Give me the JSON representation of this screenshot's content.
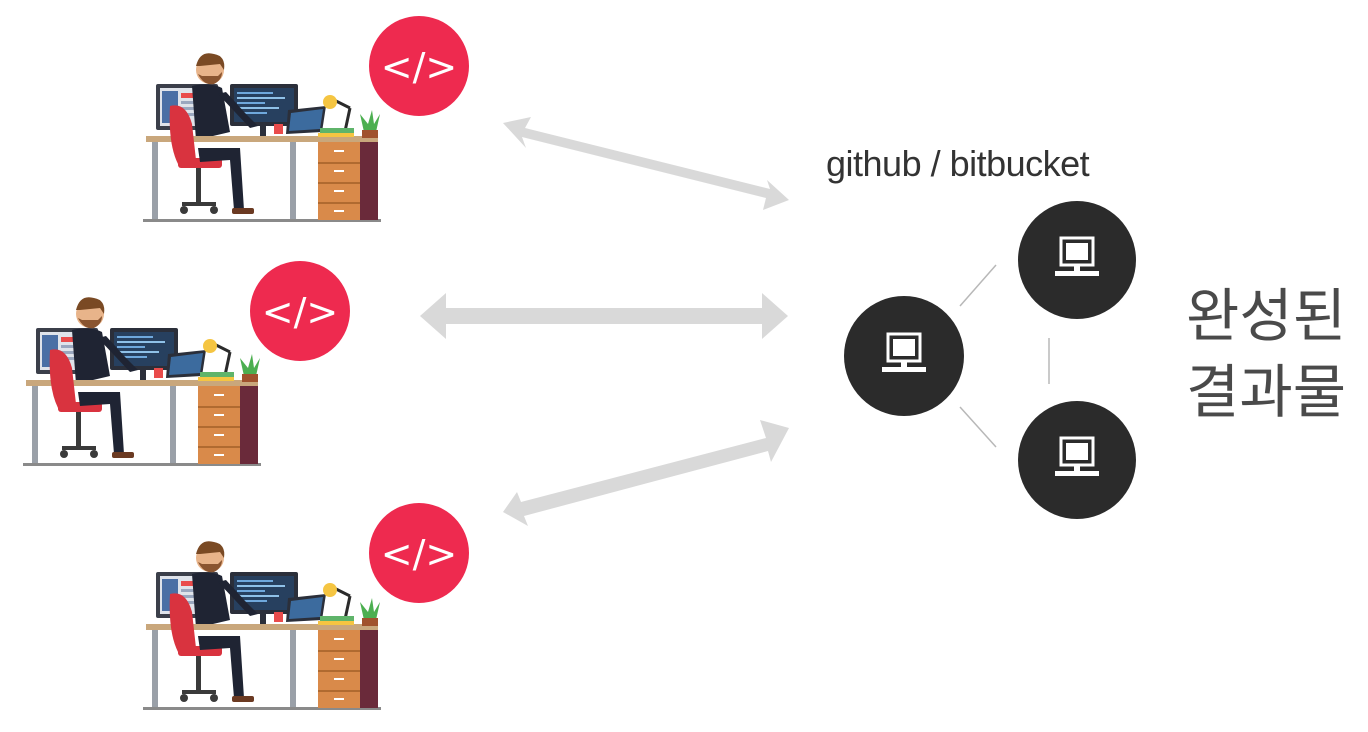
{
  "diagram": {
    "code_icon_text": "</>",
    "repository_label": "github / bitbucket",
    "result_label_line1": "완성된",
    "result_label_line2": "결과물"
  },
  "developers": [
    {
      "name": "developer-1",
      "icon": "developer-at-desk-illustration"
    },
    {
      "name": "developer-2",
      "icon": "developer-at-desk-illustration"
    },
    {
      "name": "developer-3",
      "icon": "developer-at-desk-illustration"
    }
  ],
  "network_nodes": [
    {
      "name": "central",
      "icon": "computer-monitor-icon"
    },
    {
      "name": "top-right",
      "icon": "computer-monitor-icon"
    },
    {
      "name": "bottom-right",
      "icon": "computer-monitor-icon"
    }
  ],
  "colors": {
    "code_badge": "#ee2a4f",
    "arrow": "#d9d9d9",
    "node": "#2b2b2b",
    "node_line": "#b8b8b8",
    "text_dark": "#333333"
  }
}
